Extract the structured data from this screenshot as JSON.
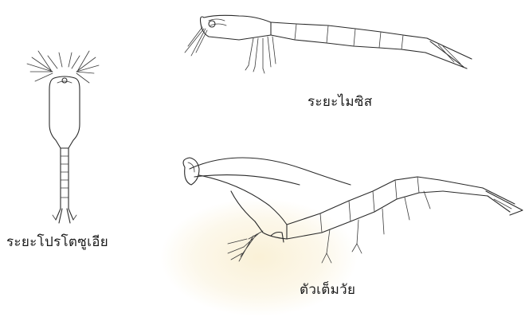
{
  "figure": {
    "labels": {
      "mysis_stage": "ระยะไมซิส",
      "protozoea_stage": "ระยะโปรโตซูเอีย",
      "adult_stage": "ตัวเต็มวัย"
    }
  }
}
